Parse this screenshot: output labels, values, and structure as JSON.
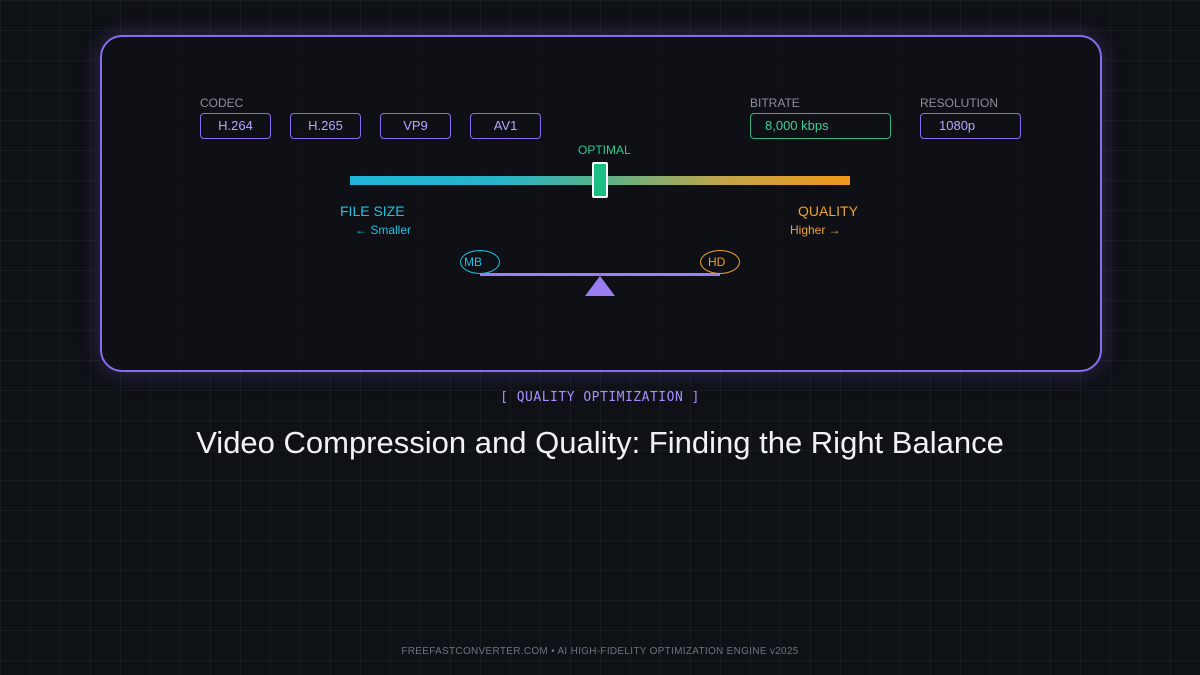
{
  "codec": {
    "label": "CODEC",
    "options": [
      "H.264",
      "H.265",
      "VP9",
      "AV1"
    ]
  },
  "bitrate": {
    "label": "BITRATE",
    "value": "8,000 kbps"
  },
  "resolution": {
    "label": "RESOLUTION",
    "value": "1080p"
  },
  "slider": {
    "marker_label": "OPTIMAL",
    "position_fraction": 0.5,
    "left_title": "FILE SIZE",
    "left_hint": "← Smaller",
    "right_title": "QUALITY",
    "right_hint": "Higher →"
  },
  "scale": {
    "left_label": "MB",
    "right_label": "HD"
  },
  "tagline": "[ QUALITY OPTIMIZATION ]",
  "headline": "Video Compression and Quality: Finding the Right Balance",
  "footer": "FREEFASTCONVERTER.COM • AI HIGH-FIDELITY OPTIMIZATION ENGINE v2025",
  "colors": {
    "accent": "#8b6cf0",
    "file_size": "#1ec0e3",
    "quality": "#f1a22a",
    "optimal": "#1cbf83"
  }
}
